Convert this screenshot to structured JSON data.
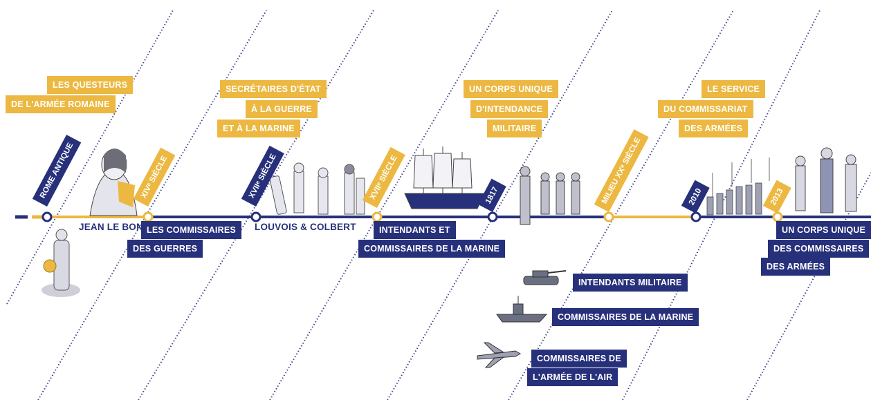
{
  "colors": {
    "gold": "#ecb841",
    "navy": "#27307a",
    "dots": "#3f468a"
  },
  "timeline": {
    "nodes": [
      {
        "label": "ROME ANTIQUE",
        "color": "navy"
      },
      {
        "label": "XIVᵉ SIÈCLE",
        "color": "gold"
      },
      {
        "label": "XVIIᵉ SIÈCLE",
        "color": "navy"
      },
      {
        "label": "XVIIᵉ SIÈCLE",
        "color": "gold"
      },
      {
        "label": "1817",
        "color": "navy"
      },
      {
        "label": "MILIEU XXᵉ SIÈCLE",
        "color": "gold"
      },
      {
        "label": "2010",
        "color": "navy"
      },
      {
        "label": "2013",
        "color": "gold"
      }
    ]
  },
  "labels": {
    "questeurs_1": "LES QUESTEURS",
    "questeurs_2": "DE L'ARMÉE ROMAINE",
    "jean_le_bon": "JEAN LE BON",
    "commissaires_guerres_1": "LES COMMISSAIRES",
    "commissaires_guerres_2": "DES GUERRES",
    "secretaires_1": "SECRÉTAIRES D'ÉTAT",
    "secretaires_2": "À LA GUERRE",
    "secretaires_3": "ET À LA MARINE",
    "louvois": "LOUVOIS & COLBERT",
    "intendants_1": "INTENDANTS ET",
    "intendants_2": "COMMISSAIRES DE LA MARINE",
    "corps_unique_1": "UN CORPS UNIQUE",
    "corps_unique_2": "D'INTENDANCE",
    "corps_unique_3": "MILITAIRE",
    "service_1": "LE SERVICE",
    "service_2": "DU COMMISSARIAT",
    "service_3": "DES ARMÉES",
    "corps_commissaires_1": "UN CORPS UNIQUE",
    "corps_commissaires_2": "DES COMMISSAIRES",
    "corps_commissaires_3": "DES ARMÉES",
    "intendants_militaire": "INTENDANTS MILITAIRE",
    "commissaires_marine": "COMMISSAIRES DE LA MARINE",
    "commissaires_air_1": "COMMISSAIRES DE",
    "commissaires_air_2": "L'ARMÉE DE L'AIR"
  },
  "icons": [
    "statue-icon",
    "king-portrait-icon",
    "courtiers-icon",
    "sailing-ship-icon",
    "soldiers-icon",
    "parade-icon",
    "officers-icon",
    "tank-icon",
    "warship-icon",
    "jet-icon"
  ]
}
